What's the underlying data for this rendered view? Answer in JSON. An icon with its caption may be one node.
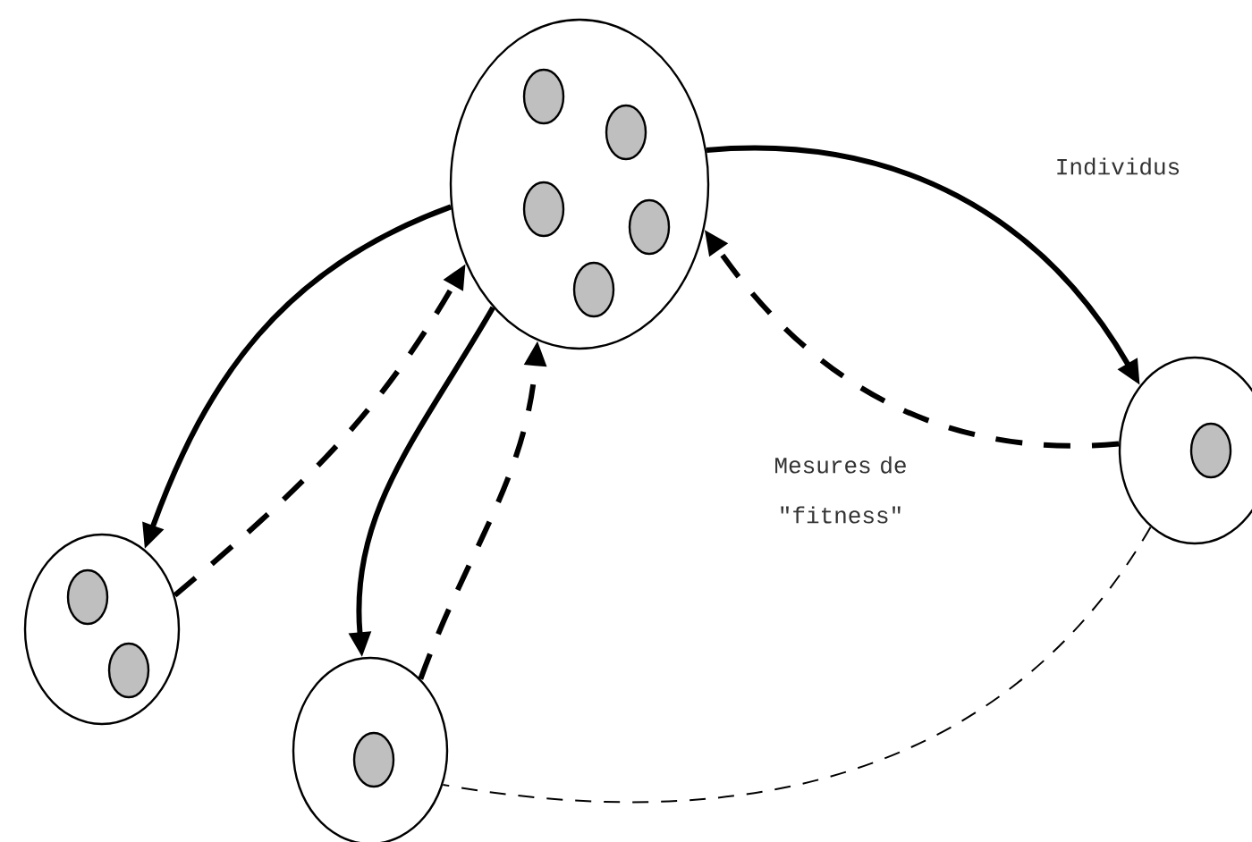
{
  "diagram": {
    "nodes": [
      {
        "text": [],
        "shape": "circle"
      },
      {
        "text": [],
        "shape": "circle",
        "in": 0
      },
      {
        "text": [],
        "shape": "circle",
        "in": 0
      },
      {
        "text": [],
        "shape": "circle",
        "in": 0
      },
      {
        "text": [],
        "shape": "circle",
        "in": 0
      },
      {
        "text": [],
        "shape": "circle",
        "in": 0
      },
      {
        "text": [],
        "shape": "circle"
      },
      {
        "text": [],
        "shape": "circle",
        "in": 6
      },
      {
        "text": [],
        "shape": "circle",
        "in": 6
      },
      {
        "text": [],
        "shape": "circle"
      },
      {
        "text": [],
        "shape": "circle",
        "in": 9
      },
      {
        "text": [],
        "shape": "circle"
      },
      {
        "text": [],
        "shape": "circle",
        "in": 11
      }
    ],
    "edges": [
      {
        "from": 0,
        "to": 6,
        "arrow": "to"
      },
      {
        "from": 6,
        "to": 0,
        "arrow": "to",
        "style": "dashed"
      },
      {
        "from": 0,
        "to": 9,
        "arrow": "to"
      },
      {
        "from": 9,
        "to": 0,
        "arrow": "to",
        "style": "dashed"
      },
      {
        "from": 0,
        "to": 11,
        "arrow": "to"
      },
      {
        "from": 11,
        "to": 0,
        "arrow": "to",
        "style": "dashed"
      },
      {
        "from": 11,
        "to": 9,
        "arrow": "none",
        "style": "dashed"
      }
    ],
    "labels": [
      "Individus",
      "Mesures de \"fitness\""
    ]
  }
}
